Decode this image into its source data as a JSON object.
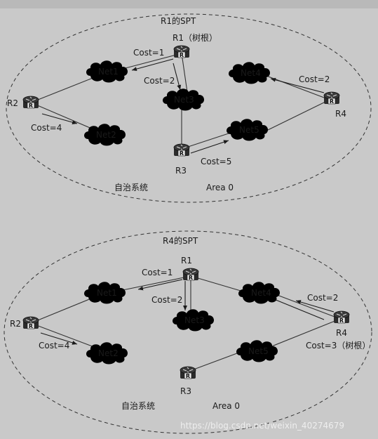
{
  "top": {
    "title": "R1的SPT",
    "area": "Area 0",
    "as_label": "自治系统",
    "routers": {
      "r1": "R1（树根）",
      "r2": "R2",
      "r3": "R3",
      "r4": "R4"
    },
    "nets": {
      "net1": "Net1",
      "net2": "Net2",
      "net3": "Net3",
      "net4": "Net4",
      "net5": "Net5"
    },
    "costs": {
      "r1_net1": "Cost=1",
      "r1_net3": "Cost=2",
      "r2_net2": "Cost=4",
      "r4_net4": "Cost=2",
      "r3_net5": "Cost=5"
    }
  },
  "bottom": {
    "title": "R4的SPT",
    "area": "Area 0",
    "as_label": "自治系统",
    "routers": {
      "r1": "R1",
      "r2": "R2",
      "r3": "R3",
      "r4": "R4"
    },
    "nets": {
      "net1": "Net1",
      "net2": "Net2",
      "net3": "Net3",
      "net4": "Net4",
      "net5": "Net5"
    },
    "costs": {
      "r1_net1": "Cost=1",
      "r1_net3": "Cost=2",
      "r2_net2": "Cost=4",
      "r4_net4": "Cost=2",
      "r4_net5": "Cost=3（树根）"
    }
  },
  "watermark": "https://blog.csdn.net/weixin_40274679"
}
